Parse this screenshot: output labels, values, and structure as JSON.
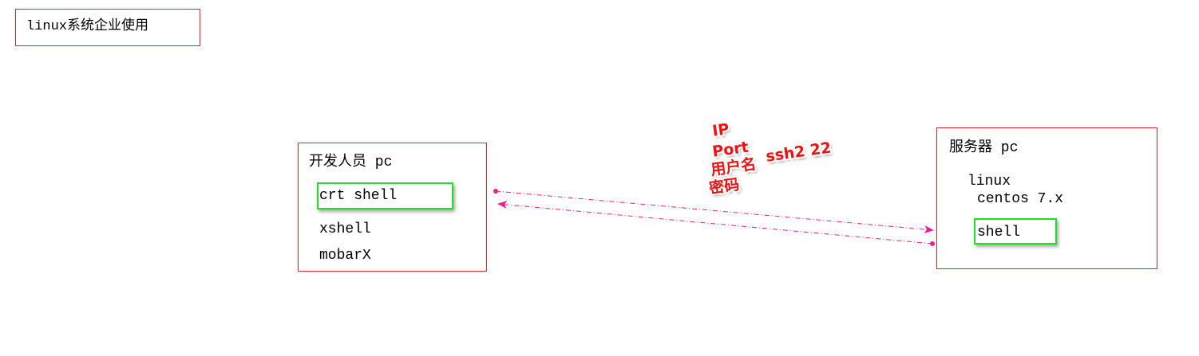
{
  "title_box": {
    "label": "linux系统企业使用"
  },
  "developer": {
    "title": "开发人员 pc",
    "tools": [
      "crt shell",
      "xshell",
      "mobarX"
    ]
  },
  "server": {
    "title": "服务器 pc",
    "os": [
      "linux",
      "centos 7.x"
    ],
    "shell": "shell"
  },
  "annotations": {
    "ip": "IP",
    "port": "Port",
    "ssh": "ssh2 22",
    "username": "用户名",
    "password": "密码"
  },
  "colors": {
    "box_border": "#d9272e",
    "highlight": "#22dd22",
    "arrow": "#ee1e8c",
    "annotation": "#ee1111"
  }
}
